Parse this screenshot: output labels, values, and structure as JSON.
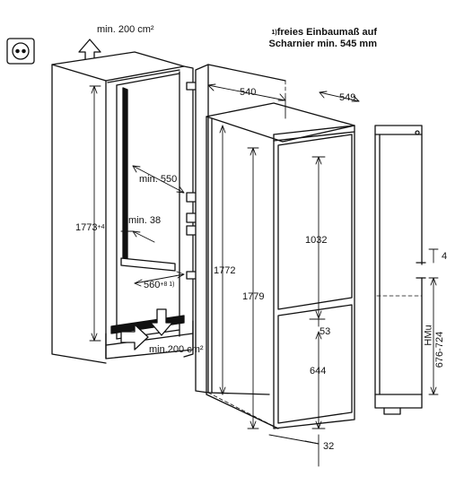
{
  "note": {
    "marker": "1)",
    "line1": "freies Einbaumaß auf",
    "line2": "Scharnier min. 545 mm"
  },
  "labels": {
    "vent_top": "min. 200 cm²",
    "vent_bottom": "min.200 cm²",
    "niche_height": "1773",
    "niche_height_sup": "+4",
    "min_550": "min. 550",
    "min_38": "min. 38",
    "width_560": "560",
    "width_560_sup": "+8 1)",
    "depth_540": "540",
    "depth_549": "549",
    "appliance_height": "1772",
    "appliance_total": "1779",
    "fridge_door": "1032",
    "gap_53": "53",
    "freezer_door": "644",
    "bottom_32": "32",
    "side_4": "4",
    "hmu_label": "HMu",
    "hmu_range": "676-724"
  },
  "icons": {
    "socket": "power-socket-icon"
  }
}
